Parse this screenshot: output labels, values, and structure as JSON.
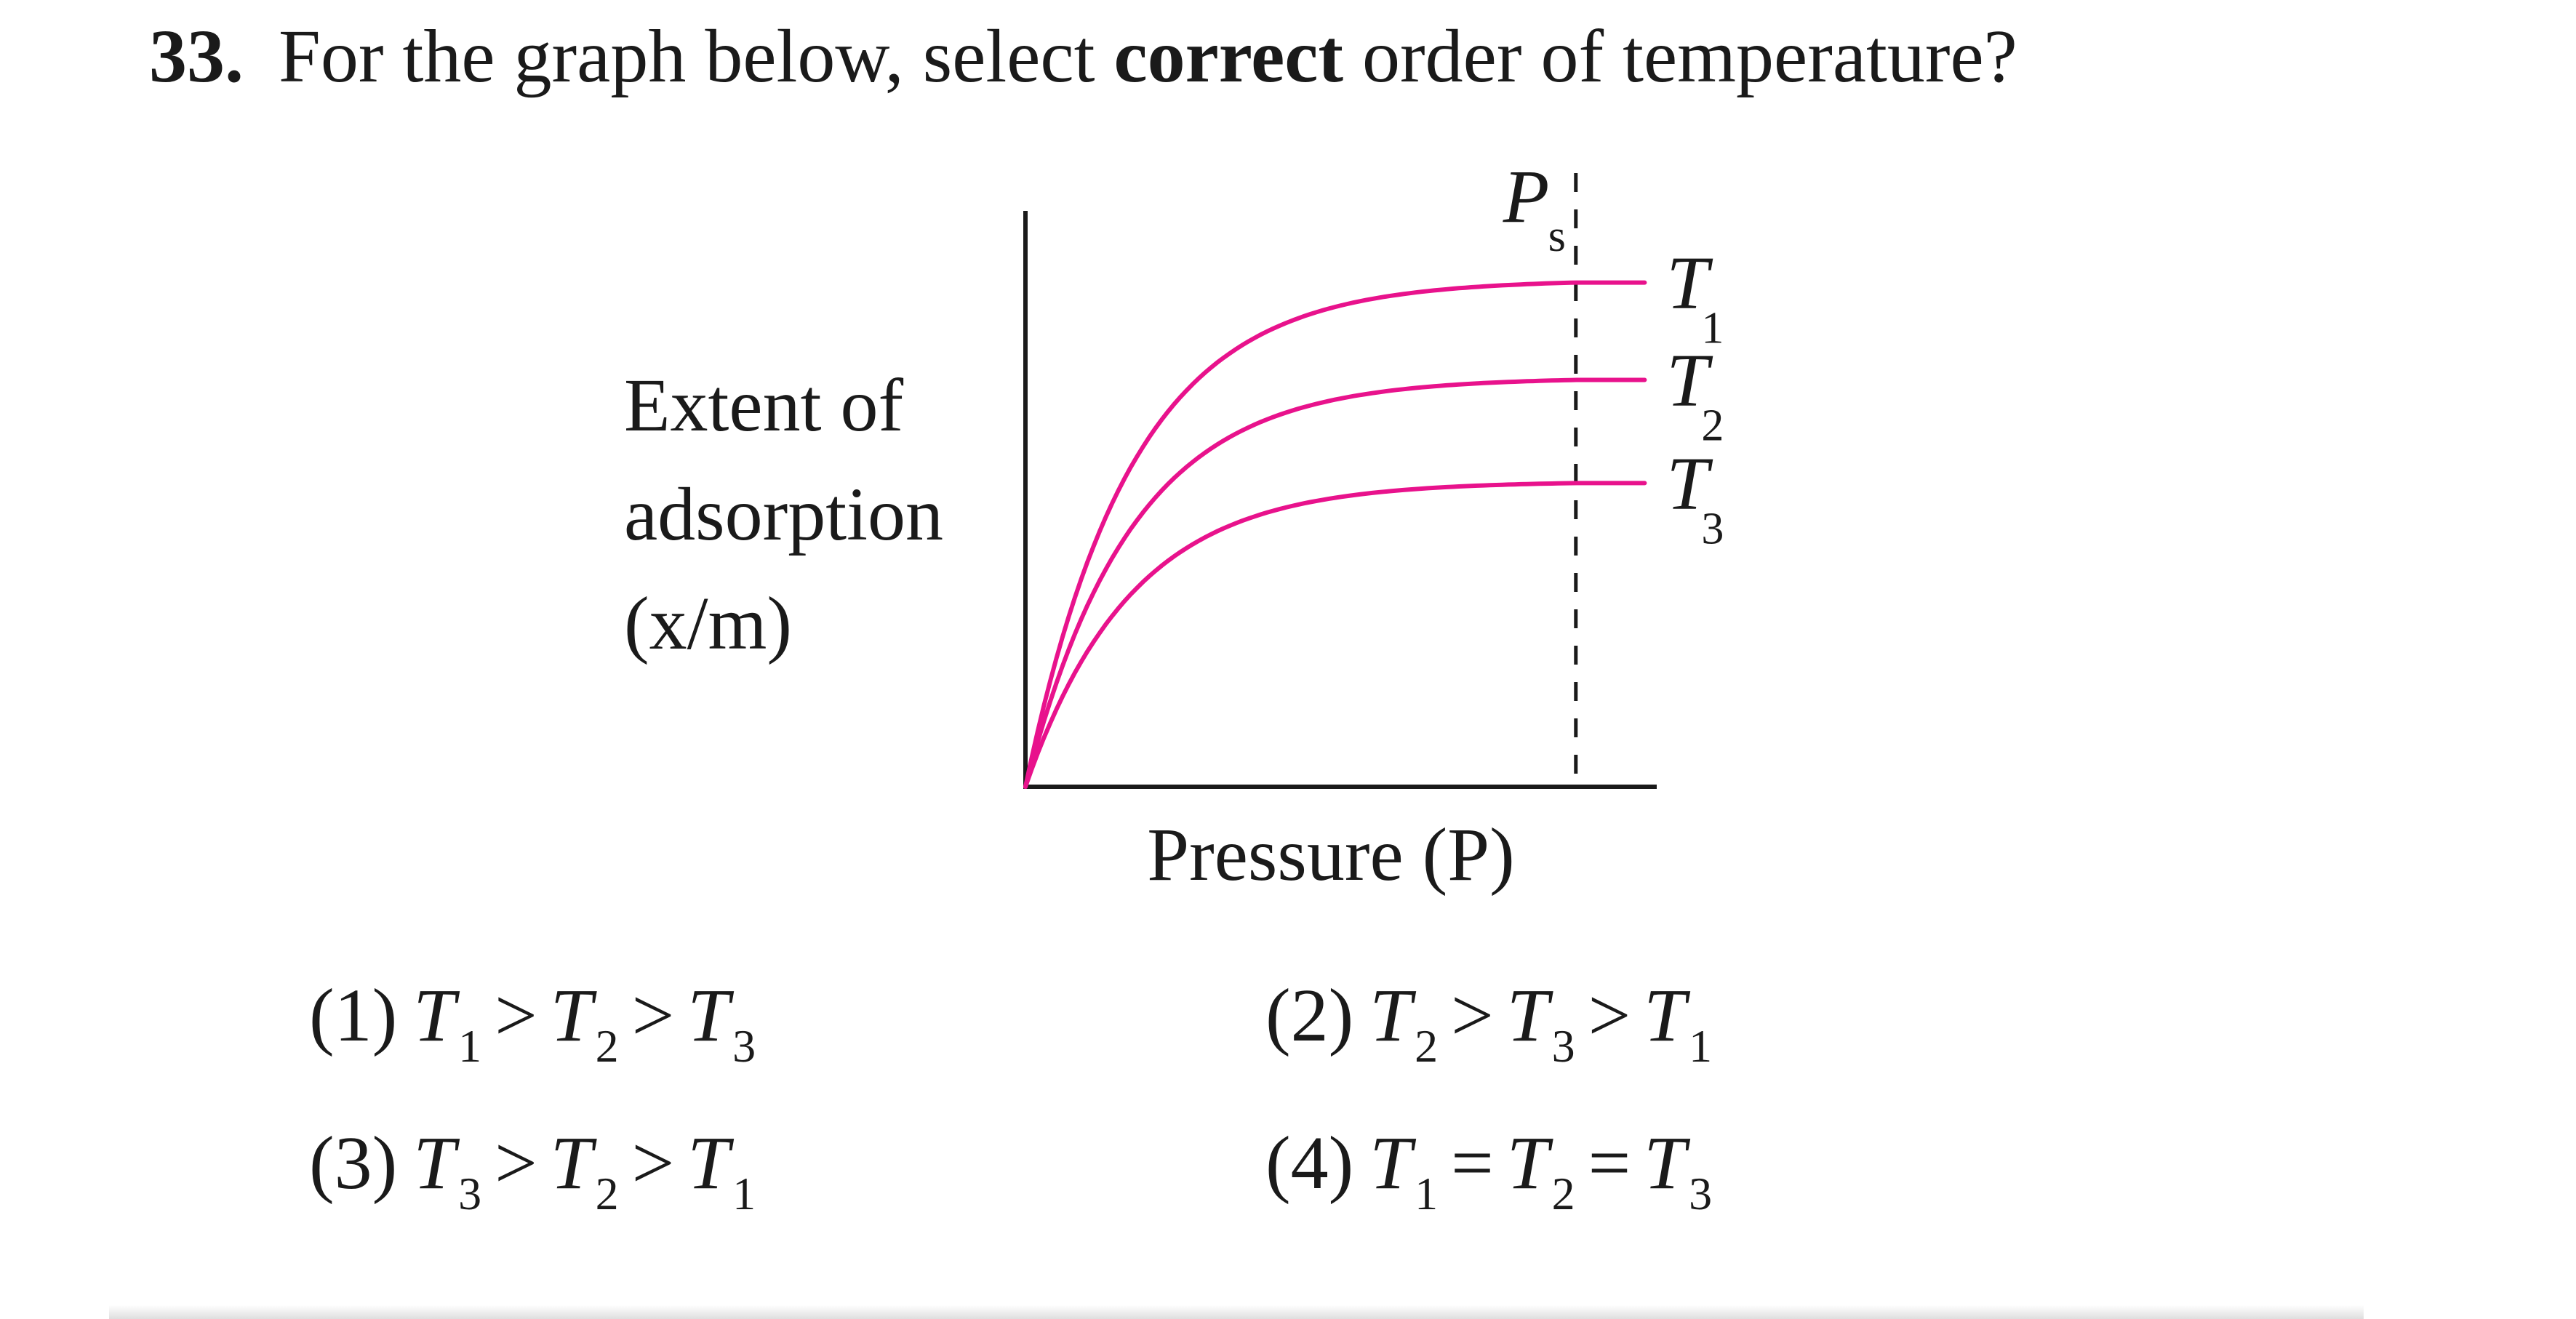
{
  "question": {
    "number": "33.",
    "text_before": "For the graph below, select ",
    "text_bold": "correct",
    "text_after": " order of temperature?"
  },
  "chart_data": {
    "type": "line",
    "title": "",
    "xlabel": "Pressure (P)",
    "ylabel_lines": [
      "Extent of",
      "adsorption",
      "(x/m)"
    ],
    "marker_label": {
      "main": "P",
      "sub": "s"
    },
    "line_color": "#e8128c",
    "series": [
      {
        "name": "T",
        "sub": "1",
        "plateau": 0.88
      },
      {
        "name": "T",
        "sub": "2",
        "plateau": 0.71
      },
      {
        "name": "T",
        "sub": "3",
        "plateau": 0.53
      }
    ],
    "saturation_pressure": 0.88,
    "xlim": [
      0,
      1
    ],
    "ylim": [
      0,
      1
    ]
  },
  "options": [
    {
      "num": "(1)",
      "terms": [
        {
          "v": "T",
          "s": "1"
        },
        {
          "v": "T",
          "s": "2"
        },
        {
          "v": "T",
          "s": "3"
        }
      ],
      "rel": ">"
    },
    {
      "num": "(2)",
      "terms": [
        {
          "v": "T",
          "s": "2"
        },
        {
          "v": "T",
          "s": "3"
        },
        {
          "v": "T",
          "s": "1"
        }
      ],
      "rel": ">"
    },
    {
      "num": "(3)",
      "terms": [
        {
          "v": "T",
          "s": "3"
        },
        {
          "v": "T",
          "s": "2"
        },
        {
          "v": "T",
          "s": "1"
        }
      ],
      "rel": ">"
    },
    {
      "num": "(4)",
      "terms": [
        {
          "v": "T",
          "s": "1"
        },
        {
          "v": "T",
          "s": "2"
        },
        {
          "v": "T",
          "s": "3"
        }
      ],
      "rel": "="
    }
  ]
}
